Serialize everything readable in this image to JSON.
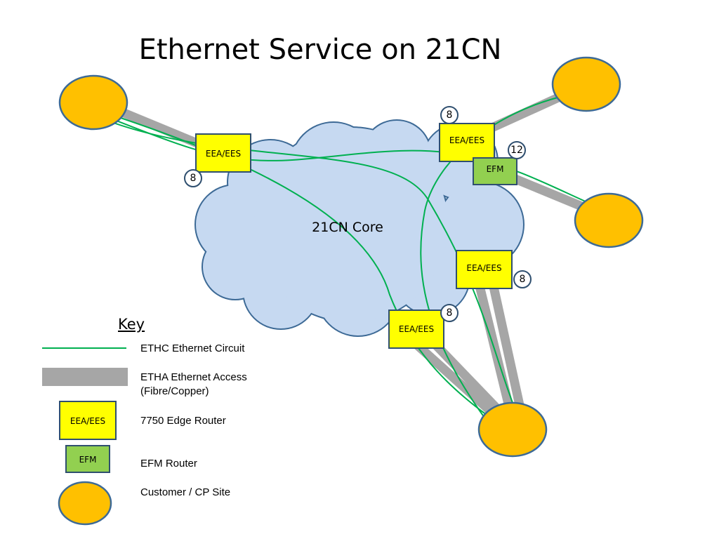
{
  "title": "Ethernet Service on 21CN",
  "cloud_label": "21CN Core",
  "nodes": {
    "eea_left": "EEA/EES",
    "eea_top_right": "EEA/EES",
    "efm": "EFM",
    "eea_right": "EEA/EES",
    "eea_bottom": "EEA/EES"
  },
  "badges": {
    "left": "8",
    "top_right": "8",
    "efm": "12",
    "right": "8",
    "bottom": "8"
  },
  "key": {
    "title": "Key",
    "circuit": "ETHC Ethernet Circuit",
    "access_line1": "ETHA Ethernet Access",
    "access_line2": "(Fibre/Copper)",
    "edge_router_box": "EEA/EES",
    "edge_router": "7750 Edge Router",
    "efm_box": "EFM",
    "efm_router": "EFM Router",
    "customer_site": "Customer / CP Site"
  },
  "colors": {
    "cloud_fill": "#c6d9f1",
    "cloud_stroke": "#3d6a96",
    "eea_fill": "#ffff00",
    "efm_fill": "#92d050",
    "site_fill": "#ffc000",
    "circuit": "#00b050",
    "access": "#a6a6a6"
  }
}
